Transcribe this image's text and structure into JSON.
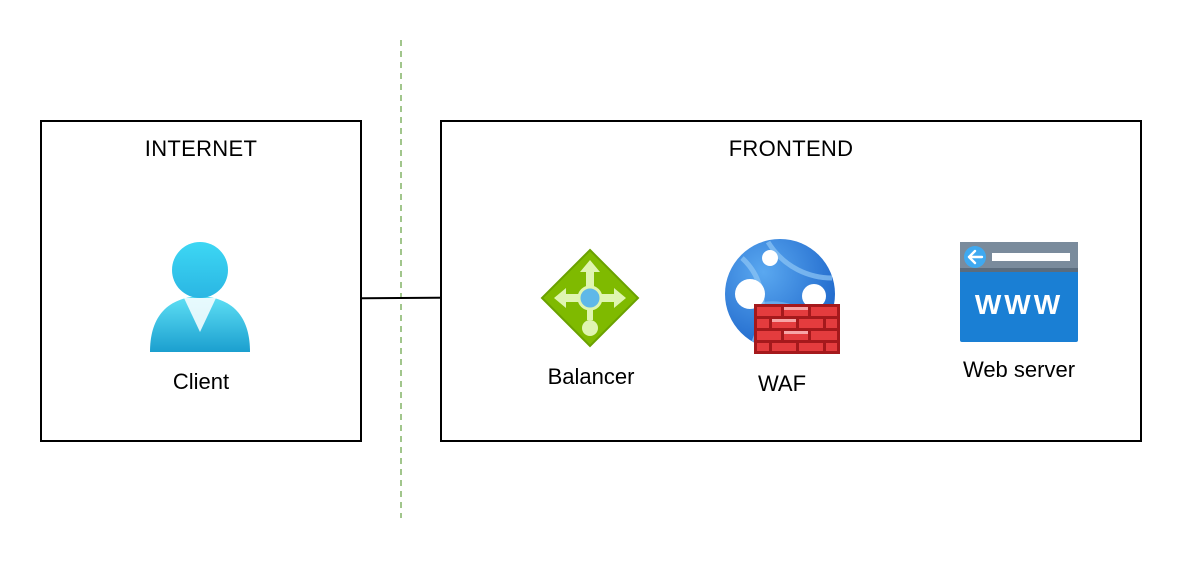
{
  "zones": {
    "internet": {
      "title": "INTERNET"
    },
    "frontend": {
      "title": "FRONTEND"
    }
  },
  "nodes": {
    "client": {
      "label": "Client",
      "icon": "user-icon"
    },
    "balancer": {
      "label": "Balancer",
      "icon": "load-balancer-icon"
    },
    "waf": {
      "label": "WAF",
      "icon": "web-application-firewall-icon"
    },
    "web_server": {
      "label": "Web server",
      "icon": "www-browser-icon"
    }
  },
  "colors": {
    "boundary_line": "#82b366",
    "client": "#32bedd",
    "balancer": "#7fba00",
    "waf_globe": "#1e73d6",
    "waf_wall": "#e0282a",
    "web_server": "#1a7fd4"
  }
}
